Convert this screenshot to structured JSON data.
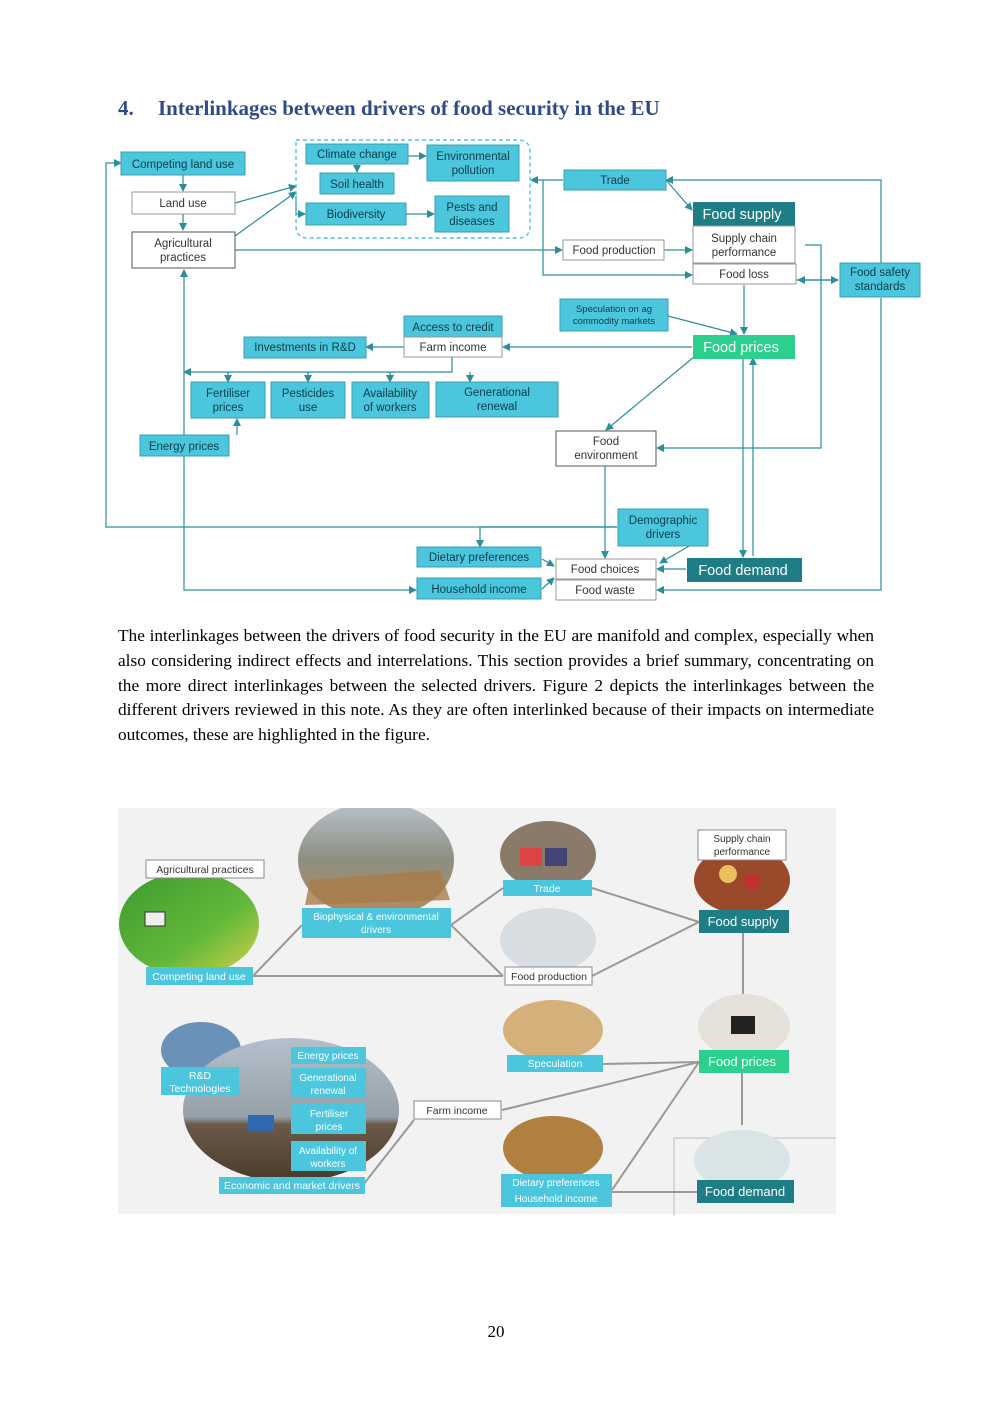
{
  "heading": {
    "number": "4.",
    "title": "Interlinkages between drivers of food security in the EU"
  },
  "diagram1": {
    "competing_land_use": "Competing land use",
    "land_use": "Land use",
    "agricultural_practices": [
      "Agricultural",
      "practices"
    ],
    "climate_change": "Climate change",
    "soil_health": "Soil health",
    "biodiversity": "Biodiversity",
    "environmental_pollution": [
      "Environmental",
      "pollution"
    ],
    "pests_diseases": [
      "Pests and",
      "diseases"
    ],
    "trade": "Trade",
    "food_production": "Food production",
    "food_supply": "Food supply",
    "supply_chain_performance": [
      "Supply chain",
      "performance"
    ],
    "food_loss": "Food loss",
    "food_safety_standards": [
      "Food safety",
      "standards"
    ],
    "speculation": [
      "Speculation on ag",
      "commodity markets"
    ],
    "access_to_credit": "Access to credit",
    "farm_income": "Farm income",
    "investments_rd": "Investments in R&D",
    "food_prices": "Food prices",
    "fertiliser_prices": [
      "Fertiliser",
      "prices"
    ],
    "pesticides_use": [
      "Pesticides",
      "use"
    ],
    "availability_workers": [
      "Availability",
      "of workers"
    ],
    "generational_renewal": [
      "Generational",
      "renewal"
    ],
    "energy_prices": "Energy prices",
    "food_environment": [
      "Food",
      "environment"
    ],
    "demographic_drivers": [
      "Demographic",
      "drivers"
    ],
    "dietary_preferences": "Dietary preferences",
    "household_income": "Household income",
    "food_choices": "Food choices",
    "food_waste": "Food waste",
    "food_demand": "Food demand"
  },
  "paragraph": "The interlinkages between the drivers of food security in the EU are manifold and complex, especially when also considering indirect effects and interrelations. This section provides a brief summary, concentrating on the more direct interlinkages between the selected drivers. Figure 2 depicts the interlinkages between the different drivers reviewed in this note. As they are often interlinked because of their impacts on intermediate outcomes, these are highlighted in the figure.",
  "diagram2": {
    "agricultural_practices": "Agricultural practices",
    "competing_land_use": "Competing land use",
    "biophysical": [
      "Biophysical & environmental",
      "drivers"
    ],
    "trade": "Trade",
    "food_production": "Food production",
    "supply_chain_performance": [
      "Supply chain",
      "performance"
    ],
    "food_supply": "Food supply",
    "rd_technologies": [
      "R&D",
      "Technologies"
    ],
    "energy_prices": "Energy prices",
    "generational_renewal": [
      "Generational",
      "renewal"
    ],
    "fertiliser_prices": [
      "Fertiliser",
      "prices"
    ],
    "availability_workers": [
      "Availability of",
      "workers"
    ],
    "economic_market": "Economic and market drivers",
    "speculation": "Speculation",
    "food_prices": "Food prices",
    "farm_income": "Farm income",
    "dietary_household": [
      "Dietary preferences",
      "Household income"
    ],
    "food_demand": "Food demand"
  },
  "page_number": "20",
  "colors": {
    "heading": "#2e4a8a",
    "cyan": "#4bc6dc",
    "teal": "#1e7d85",
    "green": "#2ccf8c",
    "line": "#2a8f98"
  }
}
